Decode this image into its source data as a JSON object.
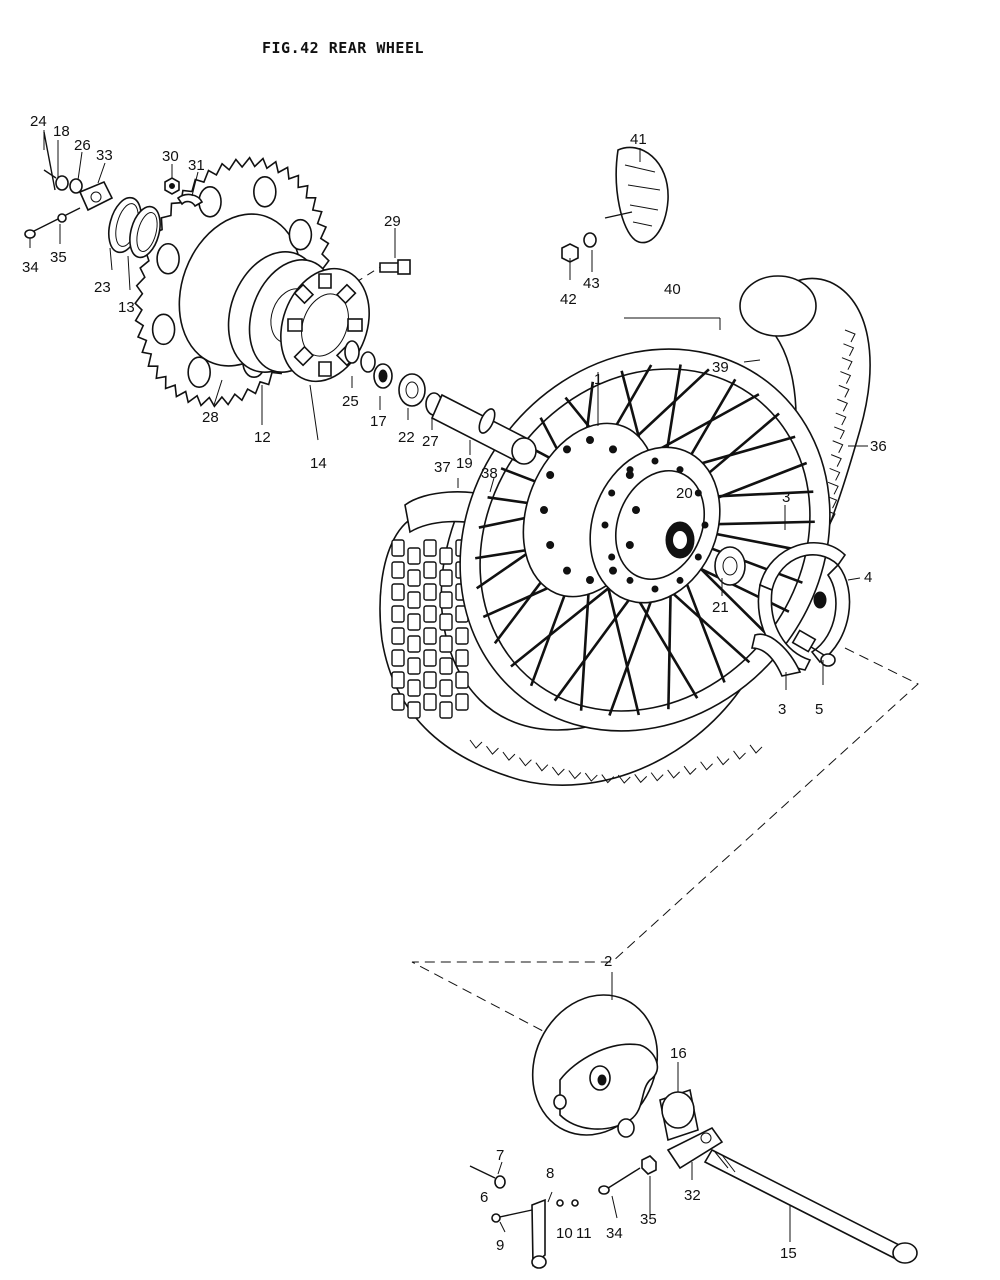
{
  "figure": {
    "title": "FIG.42  REAR WHEEL"
  },
  "callouts": [
    "24",
    "18",
    "26",
    "33",
    "30",
    "31",
    "29",
    "41",
    "42",
    "43",
    "40",
    "39",
    "36",
    "34",
    "35",
    "23",
    "13",
    "28",
    "12",
    "14",
    "25",
    "17",
    "22",
    "27",
    "19",
    "37",
    "38",
    "1",
    "20",
    "3",
    "4",
    "21",
    "3",
    "5",
    "2",
    "16",
    "7",
    "6",
    "8",
    "10",
    "11",
    "9",
    "34",
    "35",
    "32",
    "15"
  ]
}
